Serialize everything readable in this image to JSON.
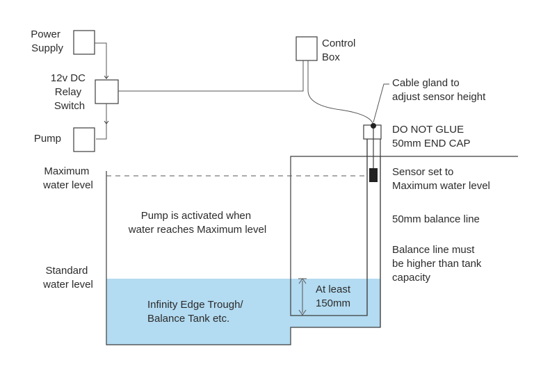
{
  "colors": {
    "water": "#b3dbf1",
    "line": "#3c3c3c",
    "sensor": "#222222"
  },
  "labels": {
    "power_supply": [
      "Power",
      "Supply"
    ],
    "relay": [
      "12v DC",
      "Relay",
      "Switch"
    ],
    "pump": "Pump",
    "control_box": [
      "Control",
      "Box"
    ],
    "cable_gland": [
      "Cable gland to",
      "adjust sensor height"
    ],
    "end_cap": [
      "DO NOT GLUE",
      "50mm END CAP"
    ],
    "max_level": [
      "Maximum",
      "water level"
    ],
    "sensor_set": [
      "Sensor set to",
      "Maximum water level"
    ],
    "pump_activated": [
      "Pump is activated when",
      "water reaches Maximum level"
    ],
    "balance_line": "50mm balance line",
    "balance_higher": [
      "Balance line must",
      "be higher than tank",
      "capacity"
    ],
    "standard_level": [
      "Standard",
      "water level"
    ],
    "at_least": [
      "At least",
      "150mm"
    ],
    "trough": [
      "Infinity Edge Trough/",
      "Balance Tank etc."
    ]
  }
}
